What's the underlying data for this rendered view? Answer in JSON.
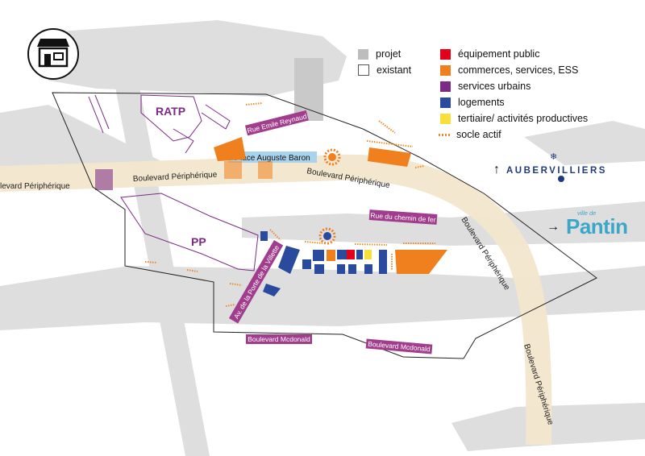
{
  "map": {
    "zones": {
      "ratp": "RATP",
      "pp": "PP"
    },
    "streets": {
      "rue_emile_reynaud": "Rue Emile Reynaud",
      "place_auguste_baron": "Place Auguste Baron",
      "bd_peripherique_left": "Boulevard Périphérique",
      "bd_peripherique_mid": "Boulevard Périphérique",
      "bd_peripherique_edge": "levard Périphérique",
      "bd_peripherique_diag": "Boulevard Périphérique",
      "bd_peripherique_low": "Boulevard Périphérique",
      "rue_chemin_de_fer": "Rue du chemin de fer",
      "av_porte_villette": "Av. de la Porte de la Villette",
      "bd_mcdonald_1": "Boulevard Mcdonald",
      "bd_mcdonald_2": "Boulevard Mcdonald"
    },
    "legend": {
      "projet": "projet",
      "existant": "existant",
      "equipement": "équipement public",
      "commerces": "commerces, services, ESS",
      "services": "services urbains",
      "logements": "logements",
      "tertiaire": "tertiaire/ activités productives",
      "socle": "socle actif"
    },
    "colors": {
      "equipement": "#e3001b",
      "commerces": "#f07f1e",
      "services": "#7b2b83",
      "logements": "#2a4a9e",
      "tertiaire": "#f7e03a",
      "socle": "#f08a24",
      "projet": "#bdbdbd"
    },
    "destinations": {
      "aubervilliers": "AUBERVILLIERS",
      "pantin_prefix": "ville de",
      "pantin": "Pantin"
    },
    "icon": "shop-icon"
  }
}
